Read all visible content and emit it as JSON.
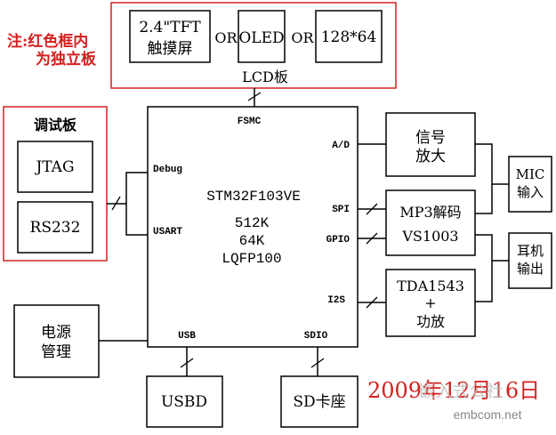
{
  "note": {
    "line1": "注:红色框内",
    "line2": "为独立板"
  },
  "lcd_board": {
    "label": "LCD板",
    "tft_line1": "2.4\"TFT",
    "tft_line2": "触摸屏",
    "or1": "OR",
    "oled": "OLED",
    "or2": "OR",
    "mono_lcd": "128*64"
  },
  "debug_board": {
    "label": "调试板",
    "jtag": "JTAG",
    "rs232": "RS232"
  },
  "mcu": {
    "name": "STM32F103VE",
    "flash": "512K",
    "ram": "64K",
    "package": "LQFP100",
    "pins": {
      "fsmc": "FSMC",
      "debug": "Debug",
      "usart": "USART",
      "ad": "A/D",
      "spi": "SPI",
      "gpio": "GPIO",
      "i2s": "I2S",
      "usb": "USB",
      "sdio": "SDIO"
    }
  },
  "blocks": {
    "amp_line1": "信号",
    "amp_line2": "放大",
    "mp3_line1": "MP3解码",
    "mp3_line2": "VS1003",
    "tda_line1": "TDA1543",
    "tda_line2": "+",
    "tda_line3": "功放",
    "mic_line1": "MIC",
    "mic_line2": "输入",
    "ear_line1": "耳机",
    "ear_line2": "输出",
    "power_line1": "电源",
    "power_line2": "管理",
    "usbd": "USBD",
    "sd": "SD卡座"
  },
  "date": "2009年12月16日",
  "watermark": {
    "cn": "嵌入式公社",
    "url": "embcom.net"
  },
  "colors": {
    "red": "#d42020",
    "black": "#000000"
  }
}
